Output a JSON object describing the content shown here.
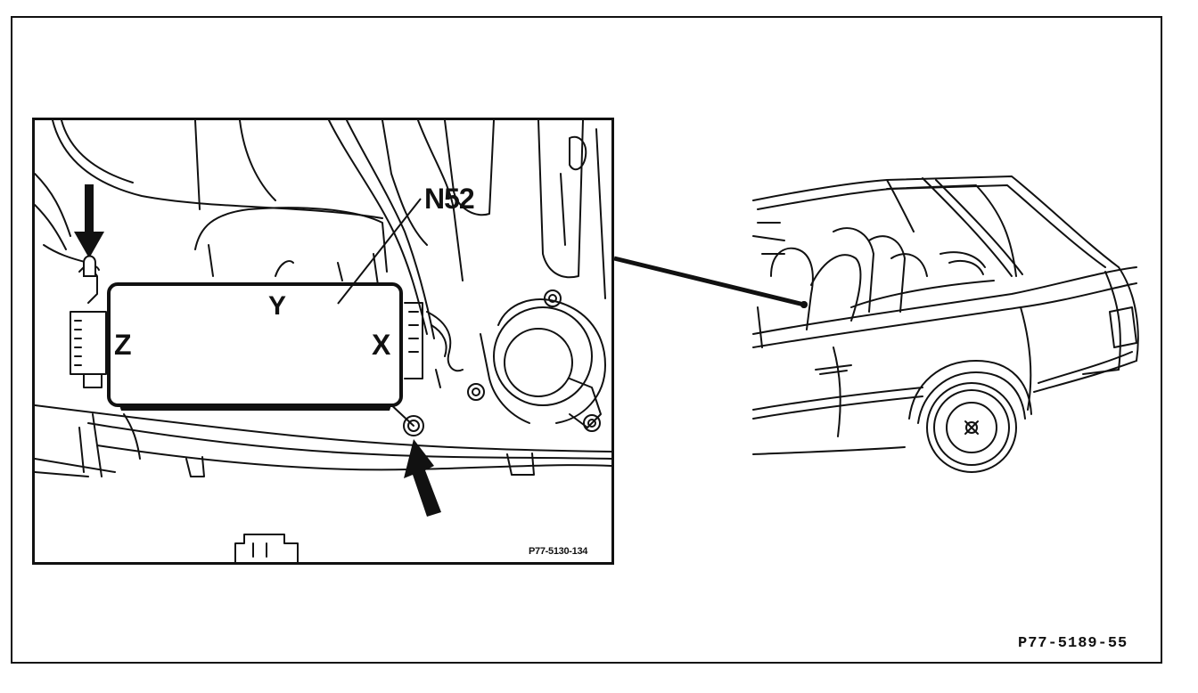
{
  "figure": {
    "reference_number": "P77-5189-55"
  },
  "detail_view": {
    "component_label": "N52",
    "side_labels": {
      "y": "Y",
      "z": "Z",
      "x": "X"
    },
    "reference_number": "P77-5130-134"
  },
  "icons": {
    "arrow_top_left": "down-arrow-icon",
    "arrow_bottom": "up-arrow-icon"
  },
  "colors": {
    "line": "#111111",
    "background": "#ffffff"
  }
}
